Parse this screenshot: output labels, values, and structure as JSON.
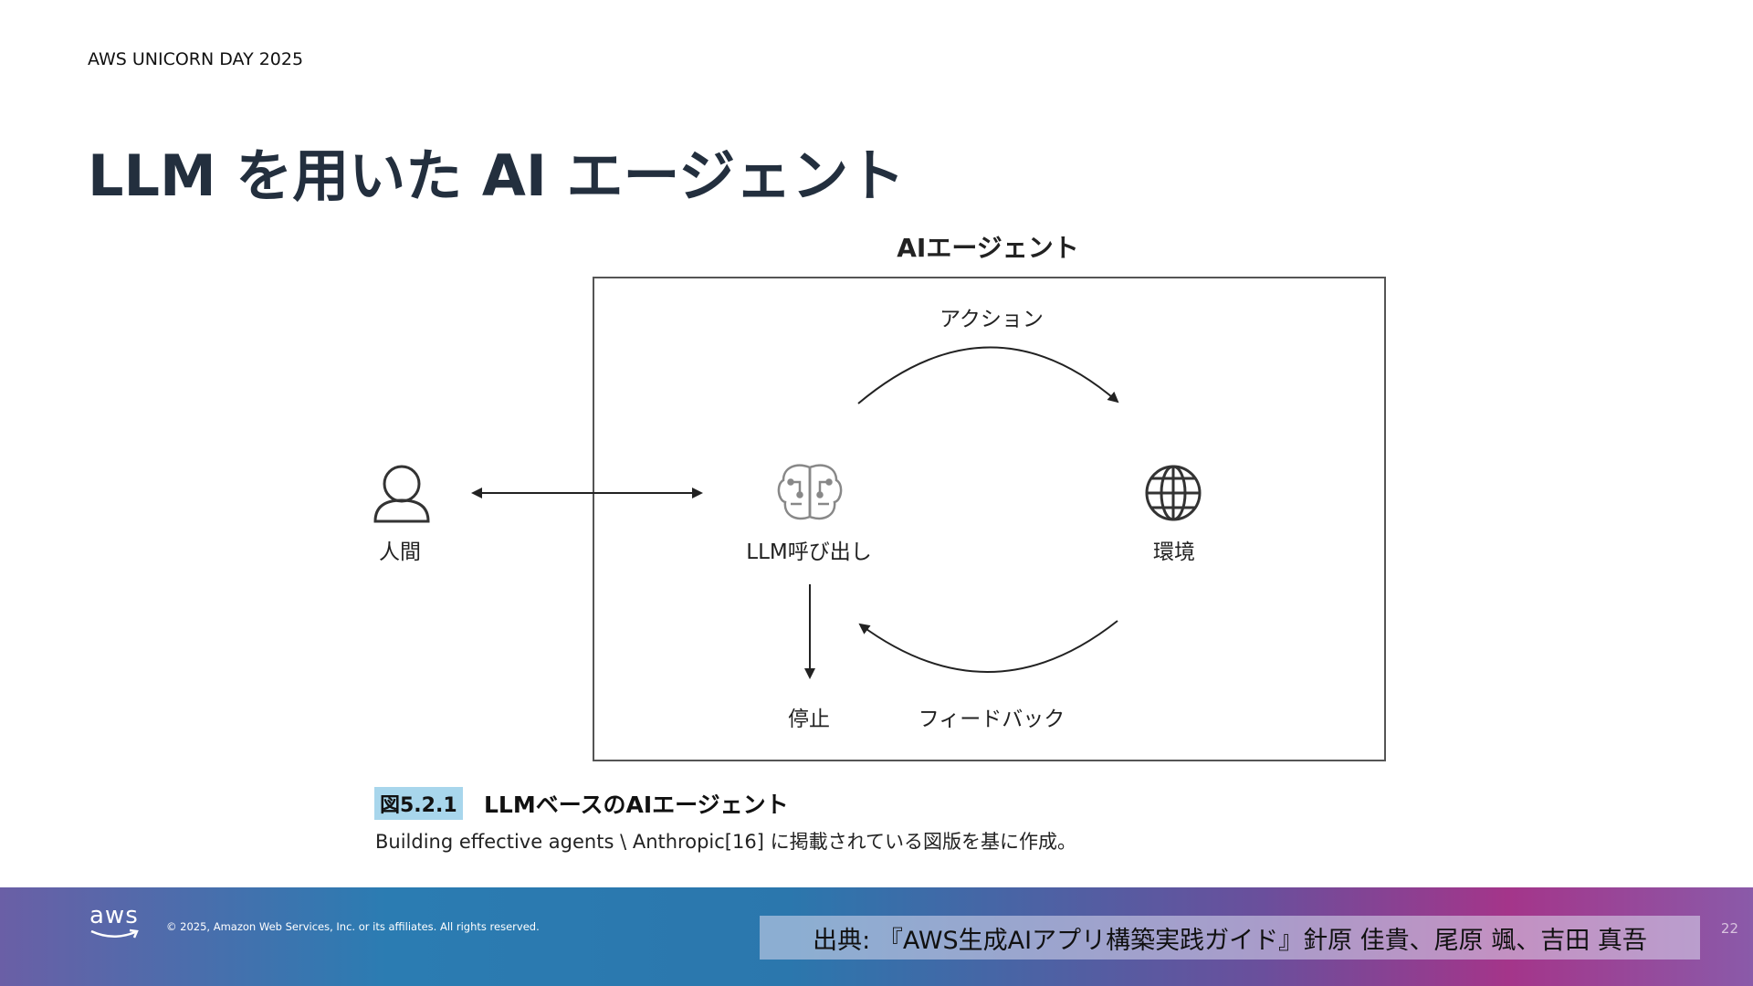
{
  "header": {
    "event": "AWS UNICORN DAY 2025",
    "title": "LLM を用いた AI エージェント"
  },
  "diagram": {
    "title": "AIエージェント",
    "nodes": {
      "human": "人間",
      "llm": "LLM呼び出し",
      "environment": "環境",
      "stop": "停止"
    },
    "edges": {
      "action": "アクション",
      "feedback": "フィードバック"
    },
    "icons": [
      "person-icon",
      "brain-icon",
      "globe-icon"
    ]
  },
  "caption": {
    "figure_number": "図5.2.1",
    "figure_title": "LLMベースのAIエージェント",
    "note": "Building effective agents \\ Anthropic[16] に掲載されている図版を基に作成。"
  },
  "footer": {
    "logo": "aws",
    "copyright": "© 2025, Amazon Web Services, Inc. or its affiliates. All rights reserved.",
    "source": "出典: 『AWS生成AIアプリ構築実践ガイド』針原 佳貴、尾原 颯、吉田 真吾",
    "page_number": "22"
  },
  "colors": {
    "title": "#232f3e",
    "figure_badge": "#a8d6ec",
    "footer_gradient_start": "#6a5fa6",
    "footer_gradient_end": "#a4358a"
  }
}
